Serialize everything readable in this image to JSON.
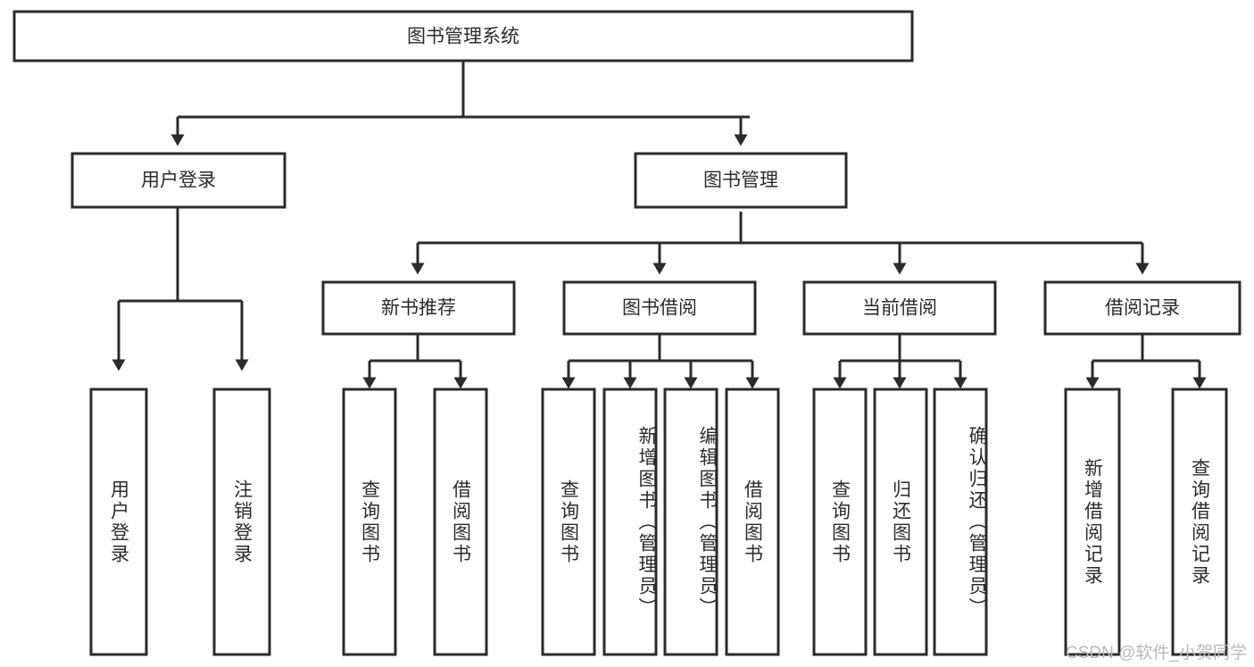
{
  "diagram": {
    "type": "tree-hierarchy",
    "title": "图书管理系统",
    "orientation": "top-down",
    "colors": {
      "box_stroke": "#2b2b2b",
      "box_fill": "#ffffff",
      "connector": "#2b2b2b",
      "background": "#ffffff",
      "watermark": "#b9b9b9"
    },
    "levels": {
      "root": {
        "label": "图书管理系统"
      },
      "level2": [
        {
          "label": "用户登录"
        },
        {
          "label": "图书管理"
        }
      ],
      "level3": [
        {
          "label": "新书推荐"
        },
        {
          "label": "图书借阅"
        },
        {
          "label": "当前借阅"
        },
        {
          "label": "借阅记录"
        }
      ],
      "leaves": {
        "user_login": [
          {
            "label": "用户登录"
          },
          {
            "label": "注销登录"
          }
        ],
        "new_book_recommend": [
          {
            "label": "查询图书"
          },
          {
            "label": "借阅图书"
          }
        ],
        "book_borrow": [
          {
            "label": "查询图书"
          },
          {
            "label": "新增图书（管理员）"
          },
          {
            "label": "编辑图书（管理员）"
          },
          {
            "label": "借阅图书"
          }
        ],
        "current_borrow": [
          {
            "label": "查询图书"
          },
          {
            "label": "归还图书"
          },
          {
            "label": "确认归还（管理员）"
          }
        ],
        "borrow_record": [
          {
            "label": "新增借阅记录"
          },
          {
            "label": "查询借阅记录"
          }
        ]
      }
    }
  },
  "watermark": {
    "text": "CSDN @软件_小贺同学"
  }
}
